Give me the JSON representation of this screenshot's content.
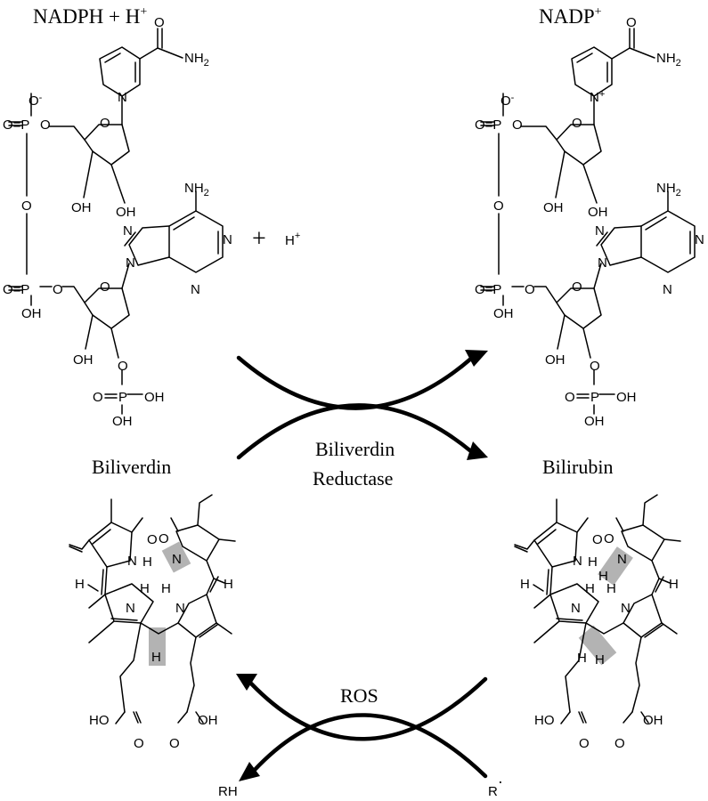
{
  "top": {
    "left_title": "NADPH + H",
    "left_title_sup": "+",
    "right_title": "NADP",
    "right_title_sup": "+",
    "plus": "+",
    "proton": "H",
    "proton_sup": "+"
  },
  "middle": {
    "left_label": "Biliverdin",
    "enzyme_line1": "Biliverdin",
    "enzyme_line2": "Reductase",
    "right_label": "Bilirubin"
  },
  "bottom": {
    "ros": "ROS",
    "rh": "RH",
    "radical": "R",
    "radical_dot": "·"
  },
  "atoms": {
    "nh2": "NH",
    "nh2_sub": "2",
    "n": "N",
    "n_plus": "N",
    "n_plus_sup": "+",
    "o": "O",
    "o_minus": "O",
    "o_minus_sup": "-",
    "oh": "OH",
    "ho": "HO",
    "p": "P",
    "h": "H",
    "o_eq_p": "O=P"
  }
}
